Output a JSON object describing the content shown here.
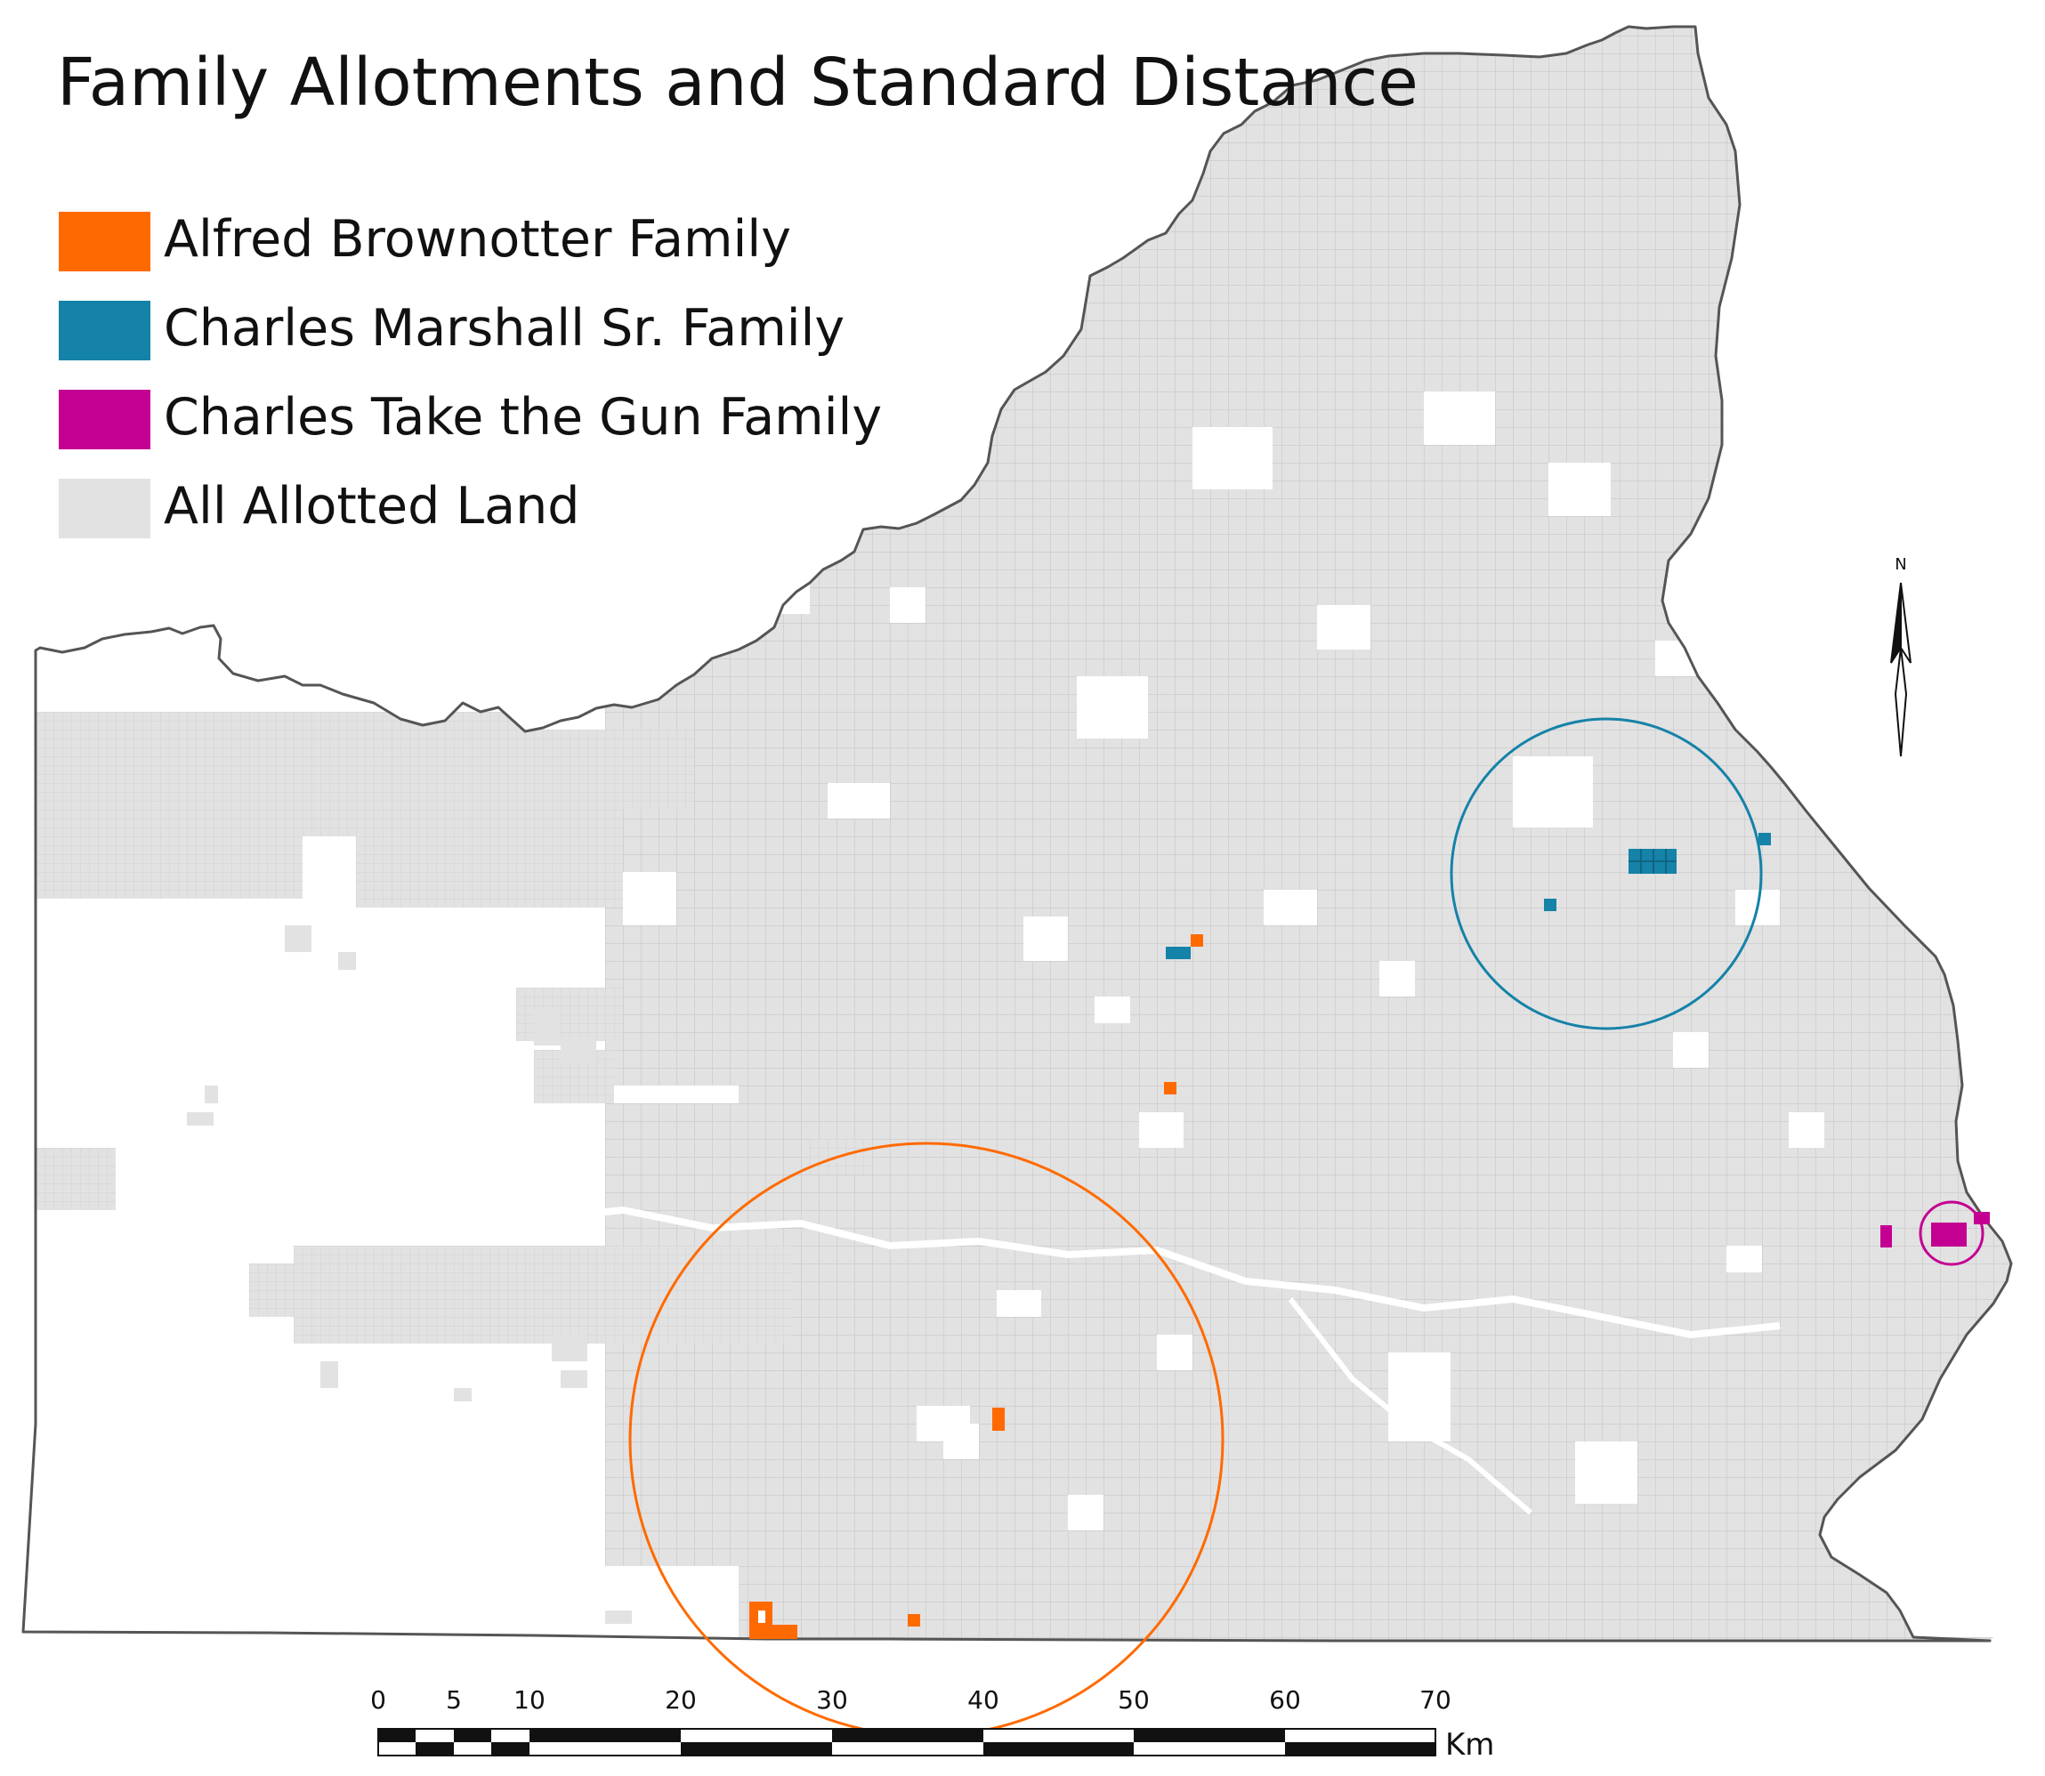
{
  "title": "Family Allotments and Standard Distance",
  "legend": {
    "items": [
      {
        "label": "Alfred Brownotter Family",
        "color": "#ff6a00"
      },
      {
        "label": "Charles Marshall Sr. Family",
        "color": "#1582a8"
      },
      {
        "label": "Charles Take the Gun Family",
        "color": "#c40092"
      },
      {
        "label": "All Allotted Land",
        "color": "#e2e2e2"
      }
    ]
  },
  "north_arrow": {
    "label": "N",
    "icon": "north-arrow-icon"
  },
  "scale_bar": {
    "ticks": [
      "0",
      "5",
      "10",
      "20",
      "30",
      "40",
      "50",
      "60",
      "70"
    ],
    "unit": "Km"
  },
  "colors": {
    "allotted_fill": "#e2e2e2",
    "parcel_line": "#c7c7c7",
    "boundary": "#555555"
  }
}
